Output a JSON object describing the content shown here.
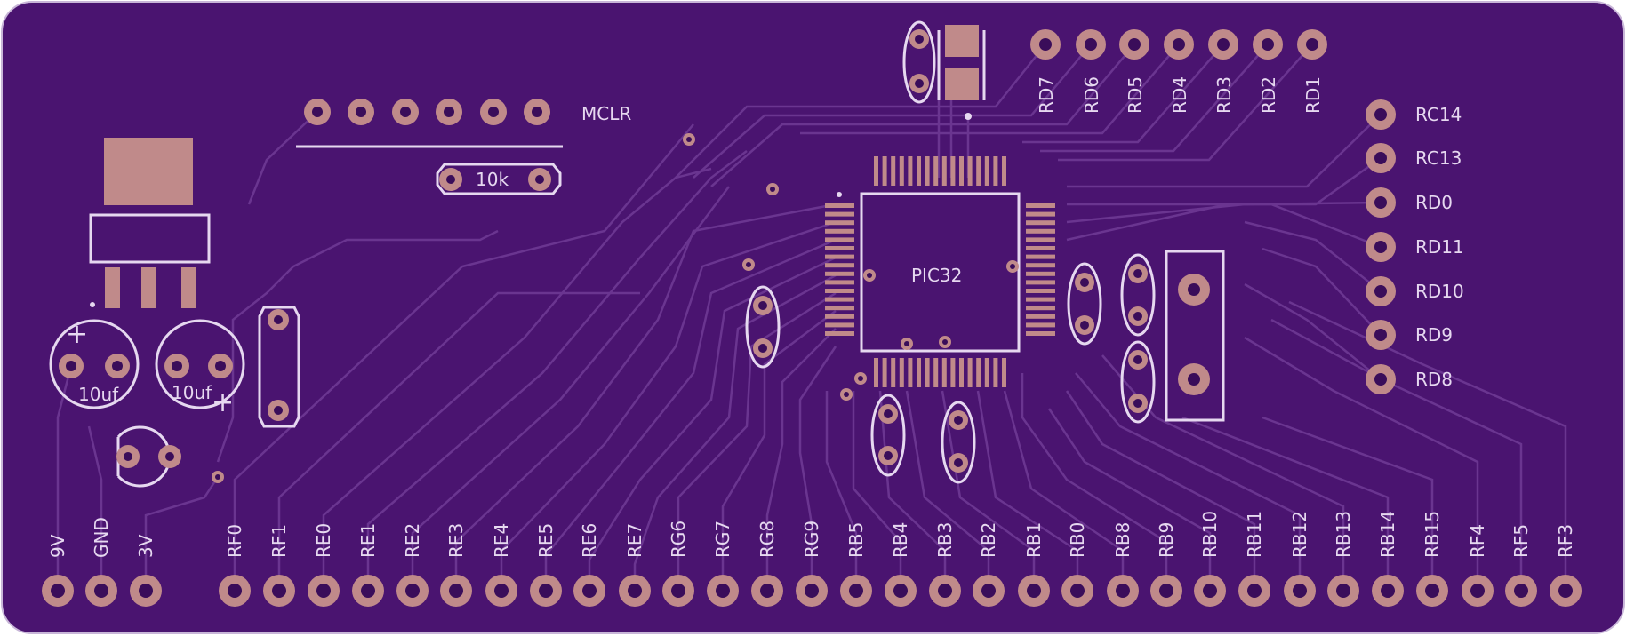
{
  "colors": {
    "board": "#4a1470",
    "trace": "#6a3590",
    "pad": "#c08a8a",
    "pad_hole": "#3a0d5a",
    "silk": "#e6d8f0"
  },
  "chip": {
    "label": "PIC32"
  },
  "header_top_left": {
    "label": "MCLR"
  },
  "resistor": {
    "label": "10k"
  },
  "cap_left": {
    "label": "10uf"
  },
  "cap_right": {
    "label": "10uf"
  },
  "header_top_right": {
    "labels": [
      "RD7",
      "RD6",
      "RD5",
      "RD4",
      "RD3",
      "RD2",
      "RD1"
    ]
  },
  "header_right": {
    "labels": [
      "RC14",
      "RC13",
      "RD0",
      "RD11",
      "RD10",
      "RD9",
      "RD8"
    ]
  },
  "header_bottom": {
    "labels": [
      "9V",
      "GND",
      "3V",
      "RF0",
      "RF1",
      "RE0",
      "RE1",
      "RE2",
      "RE3",
      "RE4",
      "RE5",
      "RE6",
      "RE7",
      "RG6",
      "RG7",
      "RG8",
      "RG9",
      "RB5",
      "RB4",
      "RB3",
      "RB2",
      "RB1",
      "RB0",
      "RB8",
      "RB9",
      "RB10",
      "RB11",
      "RB12",
      "RB13",
      "RB14",
      "RB15",
      "RF4",
      "RF5",
      "RF3"
    ]
  }
}
